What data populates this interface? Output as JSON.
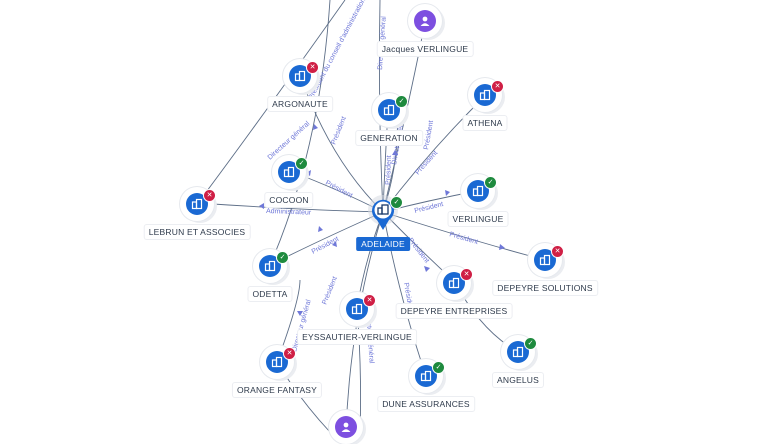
{
  "center": {
    "label": "ADELAIDE",
    "status": "ok",
    "icon": "building-icon"
  },
  "nodes": [
    {
      "id": "jacques",
      "label": "Jacques VERLINGUE",
      "type": "person",
      "status": null
    },
    {
      "id": "argonaute",
      "label": "ARGONAUTE",
      "type": "company",
      "status": "ko"
    },
    {
      "id": "generation",
      "label": "GENERATION",
      "type": "company",
      "status": "ok"
    },
    {
      "id": "athena",
      "label": "ATHENA",
      "type": "company",
      "status": "ko"
    },
    {
      "id": "cocoon",
      "label": "COCOON",
      "type": "company",
      "status": "ok"
    },
    {
      "id": "lebrun",
      "label": "LEBRUN ET ASSOCIES",
      "type": "company",
      "status": "ko"
    },
    {
      "id": "verlingue",
      "label": "VERLINGUE",
      "type": "company",
      "status": "ok"
    },
    {
      "id": "depeyre_solutions",
      "label": "DEPEYRE SOLUTIONS",
      "type": "company",
      "status": "ko"
    },
    {
      "id": "odetta",
      "label": "ODETTA",
      "type": "company",
      "status": "ok"
    },
    {
      "id": "depeyre_entreprises",
      "label": "DEPEYRE ENTREPRISES",
      "type": "company",
      "status": "ko"
    },
    {
      "id": "eyssautier",
      "label": "EYSSAUTIER-VERLINGUE",
      "type": "company",
      "status": "ko"
    },
    {
      "id": "angelus",
      "label": "ANGELUS",
      "type": "company",
      "status": "ok"
    },
    {
      "id": "orange",
      "label": "ORANGE FANTASY",
      "type": "company",
      "status": "ko"
    },
    {
      "id": "dune",
      "label": "DUNE ASSURANCES",
      "type": "company",
      "status": "ok"
    },
    {
      "id": "person_bottom",
      "label": "",
      "type": "person",
      "status": null
    }
  ],
  "edges": [
    {
      "to": "argonaute",
      "label": "Président"
    },
    {
      "to": "generation",
      "label": "Président"
    },
    {
      "to": "athena",
      "label": "Président"
    },
    {
      "to": "cocoon",
      "label": "Président"
    },
    {
      "to": "lebrun",
      "label": "Administrateur"
    },
    {
      "to": "verlingue",
      "label": "Président"
    },
    {
      "to": "depeyre_solutions",
      "label": "Président"
    },
    {
      "to": "odetta",
      "label": "Président"
    },
    {
      "to": "depeyre_entreprises",
      "label": "Président"
    },
    {
      "to": "eyssautier",
      "label": "Président"
    },
    {
      "to": "dune",
      "label": "Président"
    },
    {
      "to": "jacques",
      "label": "Directeur général"
    },
    {
      "to": "person_bottom",
      "label": "Directeur général"
    },
    {
      "to": "jacques",
      "label": "Président du conseil d'administration"
    },
    {
      "to": "argonaute",
      "label": "Directeur général"
    },
    {
      "to": "generation",
      "label": "Directeur général"
    },
    {
      "to": "orange",
      "label": "Directeur général"
    },
    {
      "to": "angelus",
      "label": "Président"
    }
  ],
  "icons": {
    "badge_ok": "✓",
    "badge_ko": "✕"
  },
  "colors": {
    "node": "#1a69d3",
    "person": "#7d4fe0",
    "ok": "#1e8a3e",
    "ko": "#cf1f45",
    "edge_label": "#6f78d8"
  }
}
